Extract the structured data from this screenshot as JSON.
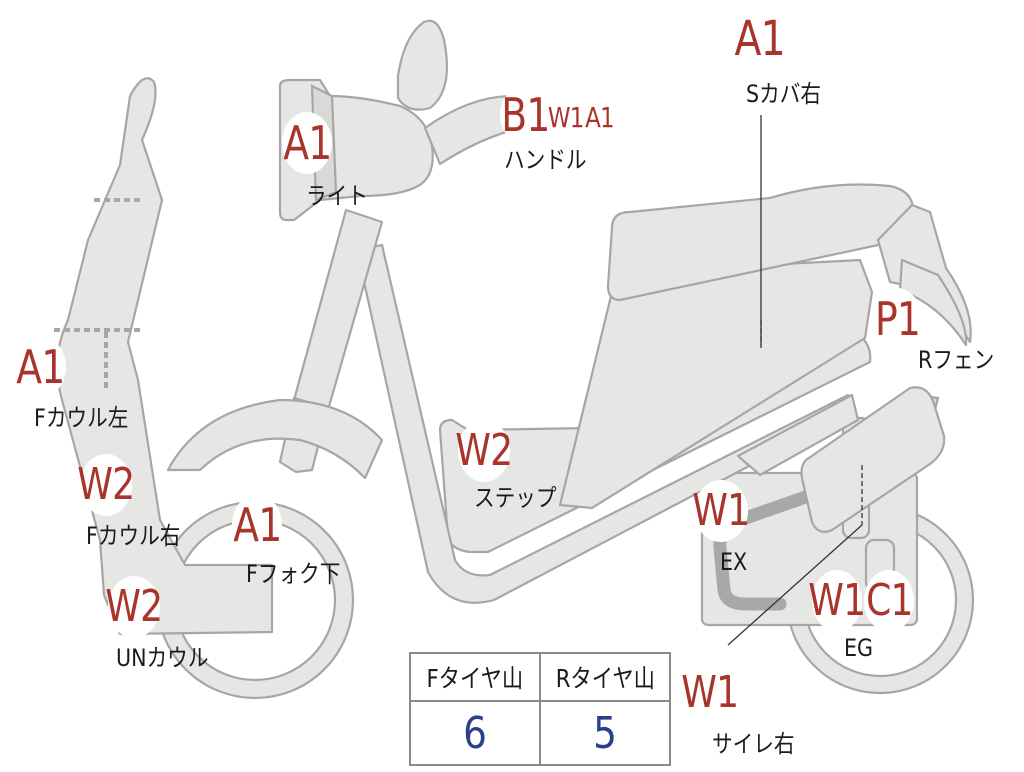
{
  "parts": [
    {
      "id": "s-cover-right",
      "grade": "A1",
      "label": "Sカバ右"
    },
    {
      "id": "handle",
      "grades": [
        "B1",
        "W1",
        "A1"
      ],
      "label": "ハンドル"
    },
    {
      "id": "light",
      "grade": "A1",
      "label": "ライト"
    },
    {
      "id": "f-cowl-left",
      "grade": "A1",
      "label": "Fカウル左"
    },
    {
      "id": "f-cowl-right",
      "grade": "W2",
      "label": "Fカウル右"
    },
    {
      "id": "un-cowl",
      "grade": "W2",
      "label": "UNカウル"
    },
    {
      "id": "f-fork-lower",
      "grade": "A1",
      "label": "Fフォク下"
    },
    {
      "id": "step",
      "grade": "W2",
      "label": "ステップ"
    },
    {
      "id": "r-fender",
      "grade": "P1",
      "label": "Rフェン"
    },
    {
      "id": "ex",
      "grade": "W1",
      "label": "EX"
    },
    {
      "id": "eg",
      "grades": [
        "W1",
        "C1"
      ],
      "label": "EG"
    },
    {
      "id": "silencer-right",
      "grade": "W1",
      "label": "サイレ右"
    }
  ],
  "tire_table": {
    "headers": [
      "Fタイヤ山",
      "Rタイヤ山"
    ],
    "values": [
      "6",
      "5"
    ]
  },
  "colors": {
    "grade_text": "#a8342c",
    "tire_value": "#2c3f8a",
    "body_fill": "#e6e6e4",
    "body_outline": "#a6a6a4"
  }
}
